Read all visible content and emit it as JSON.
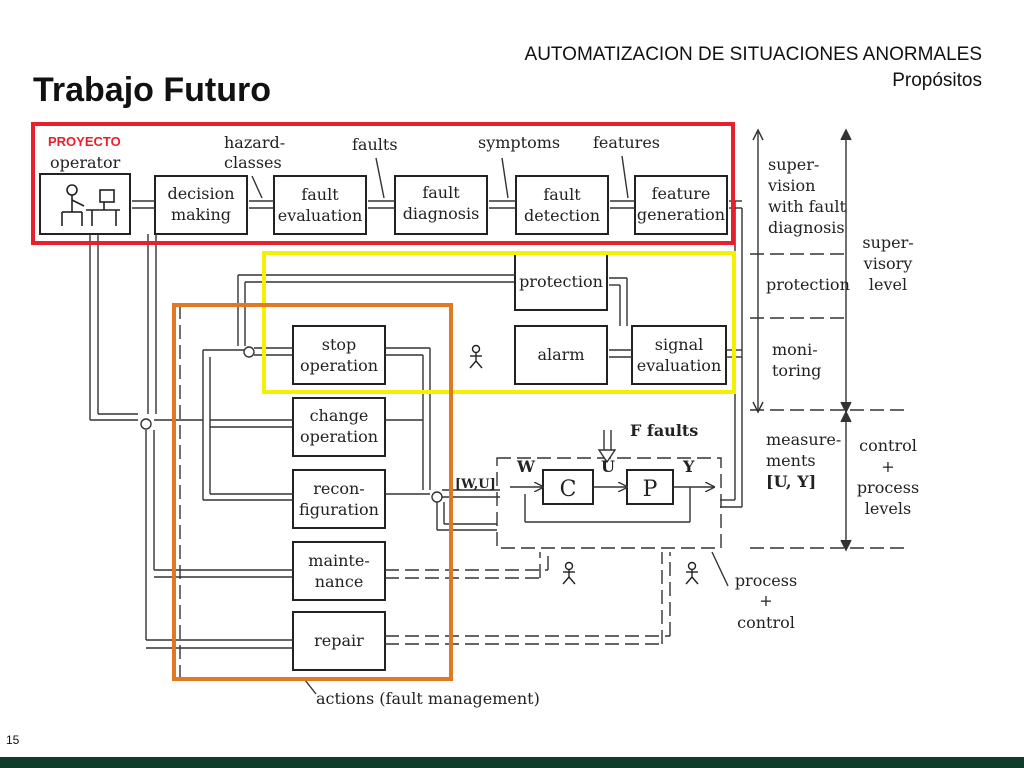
{
  "slide": {
    "title": "Trabajo Futuro",
    "subtitle_line1": "AUTOMATIZACION DE SITUACIONES ANORMALES",
    "subtitle_line2": "Propósitos",
    "page_number": "15"
  },
  "diagram": {
    "proyecto_label": "PROYECTO",
    "operator_label": "operator",
    "top_labels": {
      "hazard_l1": "hazard-",
      "hazard_l2": "classes",
      "faults": "faults",
      "symptoms": "symptoms",
      "features": "features"
    },
    "blocks": {
      "decision_l1": "decision",
      "decision_l2": "making",
      "fault_eval_l1": "fault",
      "fault_eval_l2": "evaluation",
      "fault_diag_l1": "fault",
      "fault_diag_l2": "diagnosis",
      "fault_det_l1": "fault",
      "fault_det_l2": "detection",
      "feature_gen_l1": "feature",
      "feature_gen_l2": "generation",
      "protection": "protection",
      "alarm": "alarm",
      "signal_eval_l1": "signal",
      "signal_eval_l2": "evaluation",
      "stop_l1": "stop",
      "stop_l2": "operation",
      "change_l1": "change",
      "change_l2": "operation",
      "reconf_l1": "recon-",
      "reconf_l2": "figuration",
      "maint_l1": "mainte-",
      "maint_l2": "nance",
      "repair": "repair",
      "c": "C",
      "p": "P"
    },
    "signals": {
      "f_faults": "F faults",
      "w": "W",
      "u": "U",
      "y": "Y",
      "wu": "[W,U]"
    },
    "right_labels": {
      "sup_l1": "super-",
      "sup_l2": "vision",
      "sup_l3": "with fault",
      "sup_l4": "diagnosis",
      "protection": "protection",
      "moni_l1": "moni-",
      "moni_l2": "toring",
      "meas_l1": "measure-",
      "meas_l2": "ments",
      "meas_l3": "[U, Y]",
      "svl_l1": "super-",
      "svl_l2": "visory",
      "svl_l3": "level",
      "cpl_l1": "control",
      "cpl_l2": "+",
      "cpl_l3": "process",
      "cpl_l4": "levels"
    },
    "process_l1": "process",
    "process_l2": "+",
    "process_l3": "control",
    "actions_label": "actions (fault management)",
    "highlight_colors": {
      "red": "#e8202a",
      "yellow": "#f5f000",
      "orange": "#e07a22"
    }
  }
}
